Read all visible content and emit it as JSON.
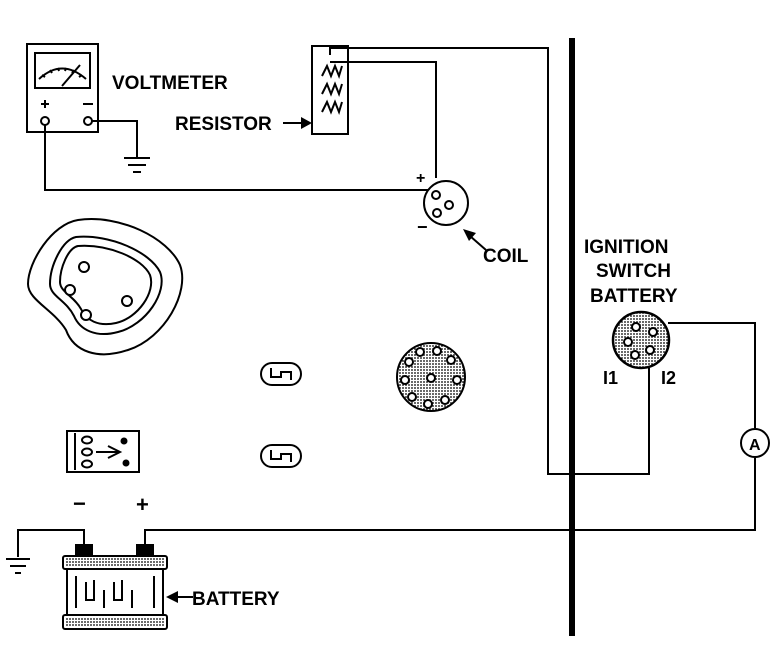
{
  "labels": {
    "voltmeter": "VOLTMETER",
    "resistor": "RESISTOR",
    "coil": "COIL",
    "ignition_line1": "IGNITION",
    "ignition_line2": "SWITCH",
    "ignition_line3": "BATTERY",
    "terminal_i1": "I1",
    "terminal_i2": "I2",
    "ammeter": "A",
    "battery": "BATTERY",
    "minus_sign": "−",
    "plus_sign": "+",
    "coil_plus": "+",
    "coil_minus": "−",
    "voltmeter_plus": "+",
    "voltmeter_minus": "−"
  },
  "colors": {
    "ink": "#000000",
    "paper": "#ffffff",
    "shade": "#9a9a9a"
  }
}
